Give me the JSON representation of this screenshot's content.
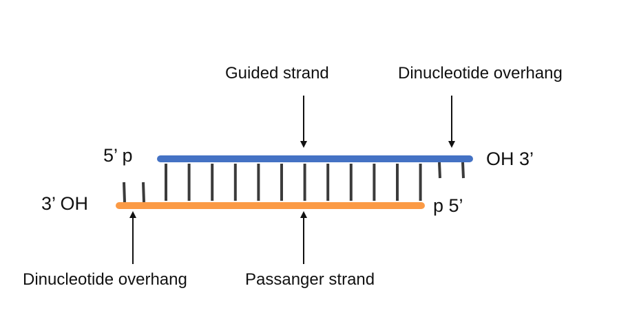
{
  "labels": {
    "guided_strand": "Guided strand",
    "dinucleotide_overhang_top": "Dinucleotide overhang",
    "dinucleotide_overhang_bottom": "Dinucleotide overhang",
    "passenger_strand": "Passanger strand",
    "guided_5p_end": "5’  p",
    "guided_3oh_end": "OH  3’",
    "passenger_3oh_end": "3’ OH",
    "passenger_5p_end": "p  5’"
  },
  "colors": {
    "guided_strand": "#4472c4",
    "passenger_strand": "#fb9a45",
    "base_pair": "#3b3b3b",
    "arrow": "#111111"
  },
  "structure": {
    "paired_bases": 12,
    "overhang_bases_each_end": 2
  }
}
